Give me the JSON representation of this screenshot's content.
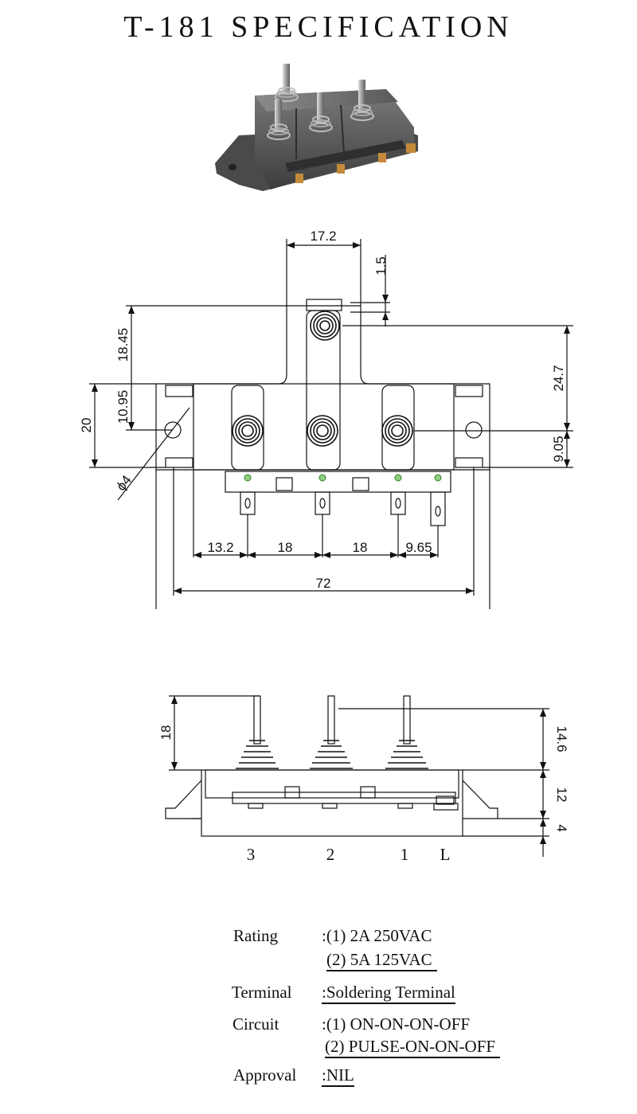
{
  "title": "T-181 SPECIFICATION",
  "top_view": {
    "dims": {
      "w17_2": "17.2",
      "d1_5": "1.5",
      "d18_45": "18.45",
      "d24_7": "24.7",
      "d10_95": "10.95",
      "d20": "20",
      "d9_05": "9.05",
      "phi4": "ϕ4",
      "d13_2": "13.2",
      "d18a": "18",
      "d18b": "18",
      "d9_65": "9.65",
      "d72": "72"
    }
  },
  "side_view": {
    "dims": {
      "d18": "18",
      "d14_6": "14.6",
      "d12": "12",
      "d4": "4"
    },
    "terminals": [
      "3",
      "2",
      "1",
      "L"
    ]
  },
  "specs": [
    {
      "label": "Rating",
      "lines": [
        ":(1) 2A 250VAC",
        "(2) 5A 125VAC"
      ]
    },
    {
      "label": "Terminal",
      "lines": [
        ":Soldering Terminal"
      ]
    },
    {
      "label": "Circuit",
      "lines": [
        ":(1) ON-ON-ON-OFF",
        "(2) PULSE-ON-ON-OFF"
      ]
    },
    {
      "label": "Approval",
      "lines": [
        ":NIL"
      ]
    }
  ]
}
